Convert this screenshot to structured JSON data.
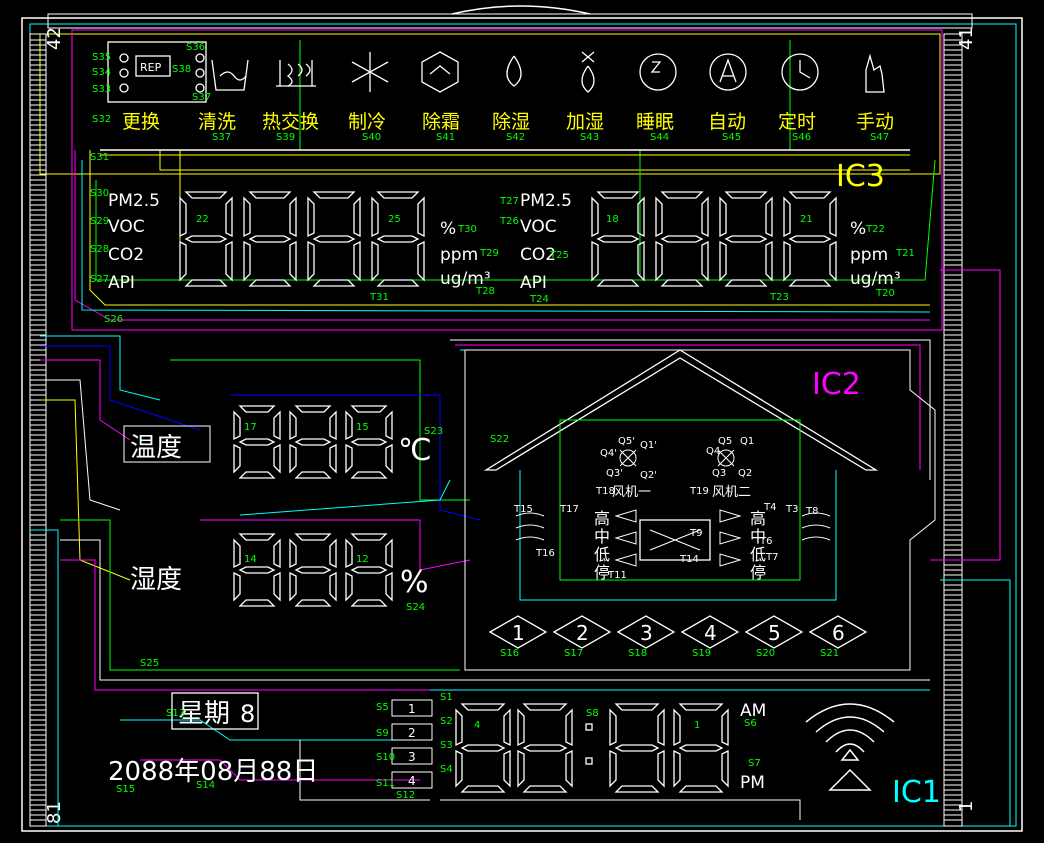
{
  "pins": {
    "top_left": "42",
    "top_right": "41",
    "bottom_left": "81",
    "bottom_right": "1"
  },
  "ic_labels": {
    "ic3": "IC3",
    "ic2": "IC2",
    "ic1": "IC1"
  },
  "mode_icons": {
    "rep": "REP",
    "labels": [
      "更换",
      "清洗",
      "热交换",
      "制冷",
      "除霜",
      "除湿",
      "加湿",
      "睡眠",
      "自动",
      "定时",
      "手动"
    ],
    "segs": [
      "S32",
      "S37",
      "S39",
      "S40",
      "S41",
      "S42",
      "S43",
      "S44",
      "S45",
      "S46",
      "S47"
    ],
    "small_segs": [
      "S35",
      "S34",
      "S33",
      "S36",
      "S38",
      "S37"
    ]
  },
  "air_quality": {
    "left_labels": [
      "PM2.5",
      "VOC",
      "CO2",
      "API"
    ],
    "right_labels": [
      "PM2.5",
      "VOC",
      "CO2",
      "API"
    ],
    "units_left": [
      "%",
      "ppm",
      "ug/m³"
    ],
    "units_right": [
      "%",
      "ppm",
      "ug/m³"
    ],
    "left_segs": [
      "S31",
      "S30",
      "S29",
      "S28",
      "S27",
      "S26"
    ],
    "right_segs": [
      "T27",
      "T26",
      "T25",
      "T24"
    ],
    "digit_nums_left": [
      "22",
      "25"
    ],
    "digit_nums_right": [
      "18",
      "21"
    ],
    "t_labels": [
      "T30",
      "T29",
      "T28",
      "T31",
      "T22",
      "T21",
      "T20",
      "T23"
    ]
  },
  "climate": {
    "temp_label": "温度",
    "humid_label": "湿度",
    "temp_unit": "℃",
    "humid_unit": "%",
    "temp_nums": [
      "17",
      "15"
    ],
    "humid_nums": [
      "14",
      "12"
    ],
    "segs": [
      "S23",
      "S24",
      "S25"
    ]
  },
  "house": {
    "fan1": "风机一",
    "fan2": "风机二",
    "speed_left": [
      "高",
      "中",
      "低",
      "停"
    ],
    "speed_right": [
      "高",
      "中",
      "低",
      "停"
    ],
    "q_labels": [
      "Q5'",
      "Q1'",
      "Q4'",
      "Q3'",
      "Q2'",
      "Q5",
      "Q1",
      "Q4",
      "Q3",
      "Q2"
    ],
    "t_labels": [
      "T15",
      "T17",
      "T16",
      "T18",
      "T11",
      "T19",
      "T4",
      "T3",
      "T8",
      "T6",
      "T7",
      "T9",
      "T14"
    ],
    "s22": "S22"
  },
  "levels": {
    "values": [
      "1",
      "2",
      "3",
      "4",
      "5",
      "6"
    ],
    "segs": [
      "S16",
      "S17",
      "S18",
      "S19",
      "S20",
      "S21"
    ]
  },
  "clock": {
    "weekday_label": "星期",
    "weekday_value": "8",
    "date_text": "2088年08月88日",
    "am": "AM",
    "pm": "PM",
    "digit_nums": [
      "4",
      "1"
    ],
    "box_labels": [
      "1",
      "2",
      "3",
      "4"
    ],
    "segs": [
      "S1",
      "S2",
      "S3",
      "S4",
      "S5",
      "S6",
      "S7",
      "S8",
      "S9",
      "S10",
      "S11",
      "S12",
      "S13",
      "S14",
      "S15"
    ]
  },
  "colors": {
    "bg": "#000000",
    "white": "#ffffff",
    "yellow": "#ffff00",
    "green": "#00ff00",
    "magenta": "#ff00ff",
    "cyan": "#00ffff",
    "blue": "#0000ff"
  }
}
